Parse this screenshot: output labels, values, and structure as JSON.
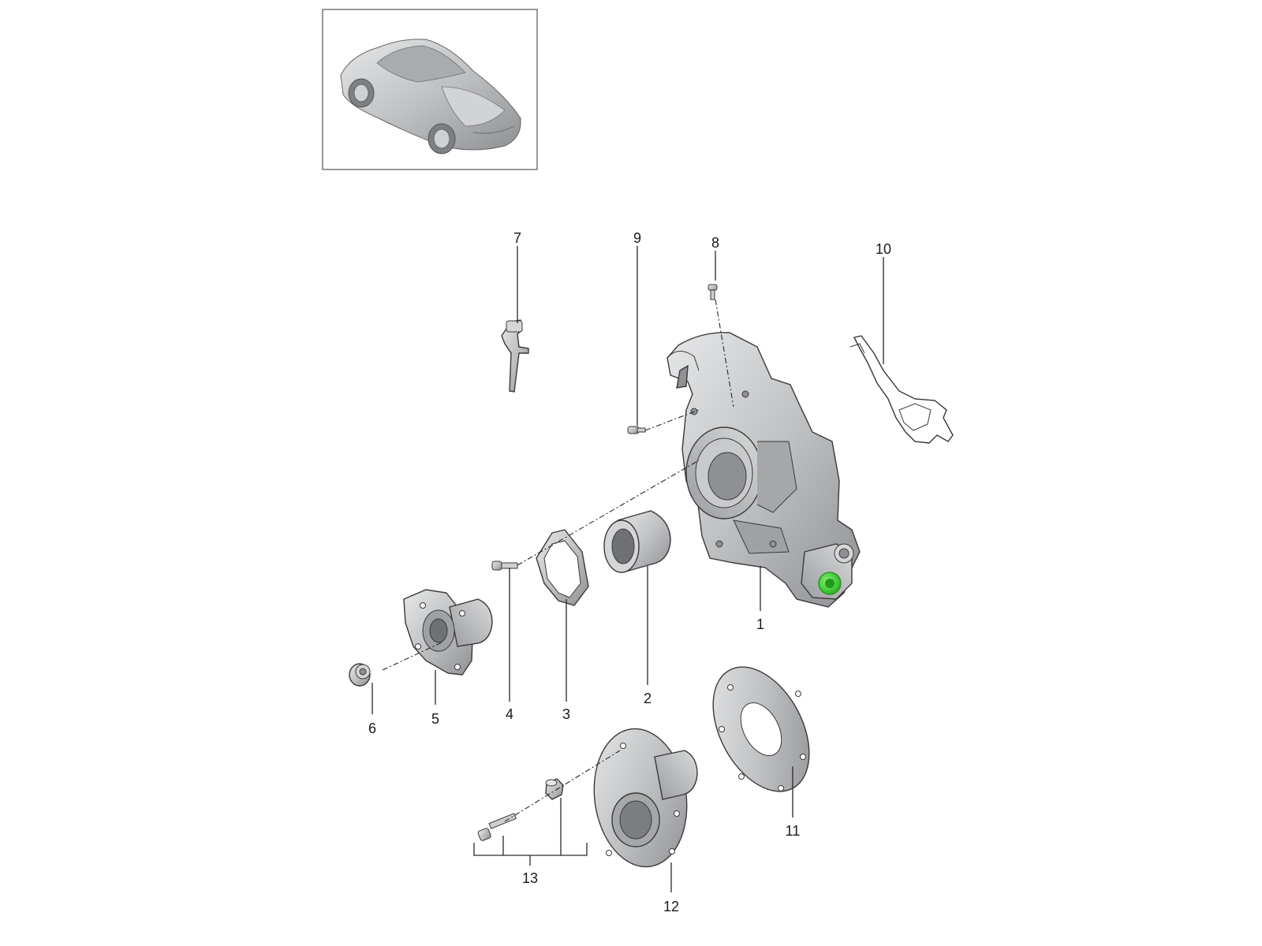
{
  "colors": {
    "part_fill": "#bfc1c3",
    "part_dark": "#8e9093",
    "part_light": "#e3e4e5",
    "highlight_green": "#3fd83a",
    "outline": "#3a3a3a"
  },
  "callouts": [
    {
      "id": "1",
      "label": "1"
    },
    {
      "id": "2",
      "label": "2"
    },
    {
      "id": "3",
      "label": "3"
    },
    {
      "id": "4",
      "label": "4"
    },
    {
      "id": "5",
      "label": "5"
    },
    {
      "id": "6",
      "label": "6"
    },
    {
      "id": "7",
      "label": "7"
    },
    {
      "id": "8",
      "label": "8"
    },
    {
      "id": "9",
      "label": "9"
    },
    {
      "id": "10",
      "label": "10"
    },
    {
      "id": "11",
      "label": "11"
    },
    {
      "id": "12",
      "label": "12"
    },
    {
      "id": "13",
      "label": "13"
    }
  ]
}
